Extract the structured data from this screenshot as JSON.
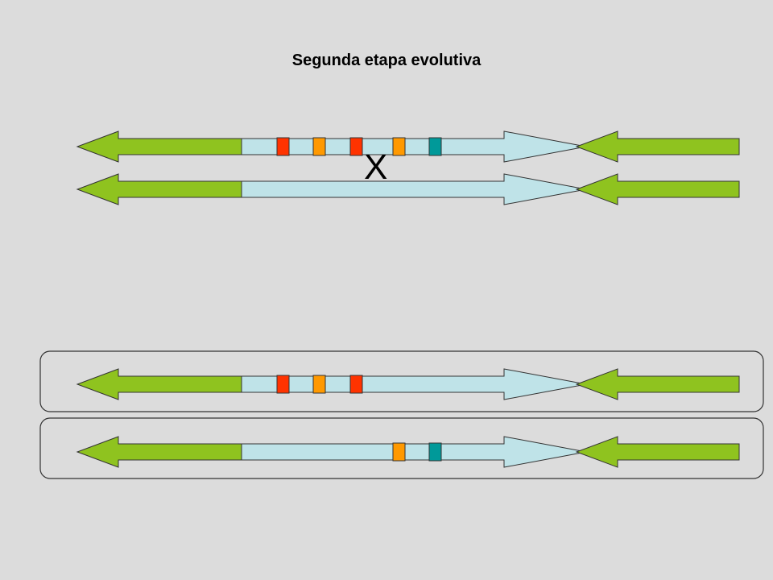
{
  "title": "Segunda etapa evolutiva",
  "cross_label": "X",
  "colors": {
    "background": "#dcdcdc",
    "green_arrow": "#8fc31f",
    "light_blue_arrow": "#bfe3e8",
    "red_marker": "#ff3300",
    "orange_marker": "#ff9900",
    "teal_marker": "#009999",
    "outline": "#333333"
  },
  "chromosomes": [
    {
      "id": "top-1",
      "markers": [
        "red",
        "orange",
        "red",
        "orange",
        "teal"
      ]
    },
    {
      "id": "top-2",
      "markers": []
    },
    {
      "id": "bottom-1",
      "markers": [
        "red",
        "orange",
        "red"
      ],
      "boxed": true
    },
    {
      "id": "bottom-2",
      "markers": [
        "orange",
        "teal"
      ],
      "boxed": true
    }
  ]
}
